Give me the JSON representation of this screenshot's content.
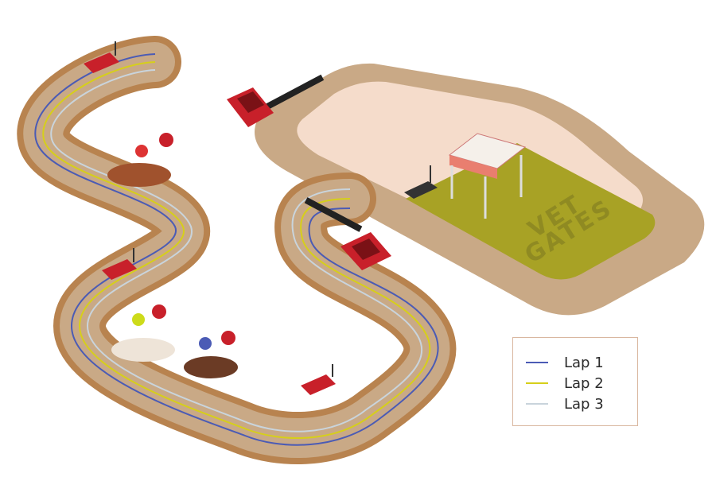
{
  "ground_text": [
    "VET",
    "GATES"
  ],
  "legend": {
    "items": [
      {
        "label": "Lap 1",
        "color": "#4b5bb5"
      },
      {
        "label": "Lap 2",
        "color": "#d6cf1a"
      },
      {
        "label": "Lap 3",
        "color": "#c9d4dc"
      }
    ]
  },
  "colors": {
    "track_outer": "#b8834f",
    "track_dirt": "#c9a986",
    "arena_sand": "#f5dccb",
    "grass": "#a8a225",
    "device_red": "#c8202a",
    "tent_red": "#e97e6f"
  },
  "icons": [
    "antenna-reader-icon",
    "timing-mat-icon",
    "rider-tag-icon",
    "tent-icon",
    "router-icon",
    "checkered-finish-icon"
  ]
}
